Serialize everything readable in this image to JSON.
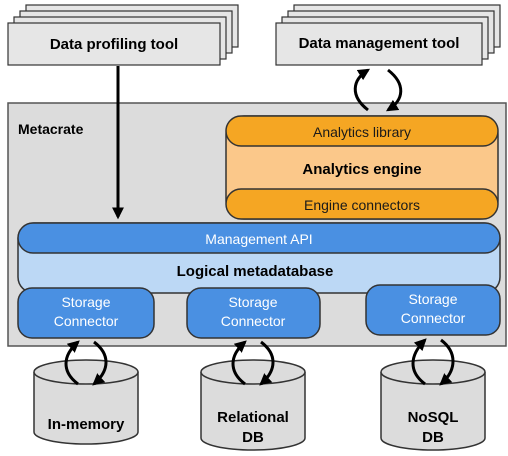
{
  "tools": {
    "profiling": "Data profiling tool",
    "management": "Data management tool"
  },
  "metacrate": {
    "title": "Metacrate",
    "analytics_library": "Analytics library",
    "analytics_engine": "Analytics engine",
    "engine_connectors": "Engine connectors",
    "management_api": "Management API",
    "logical_metadatabase": "Logical metadatabase",
    "storage_connectors": [
      {
        "line1": "Storage",
        "line2": "Connector"
      },
      {
        "line1": "Storage",
        "line2": "Connector"
      },
      {
        "line1": "Storage",
        "line2": "Connector"
      }
    ]
  },
  "databases": [
    {
      "line1": "In-memory",
      "line2": ""
    },
    {
      "line1": "Relational",
      "line2": "DB"
    },
    {
      "line1": "NoSQL",
      "line2": "DB"
    }
  ],
  "colors": {
    "frame_fill": "#dcdcdc",
    "orange_dark": "#f5a623",
    "orange_light": "#fbc88a",
    "blue_dark": "#4a90e2",
    "blue_light": "#bcd8f5"
  }
}
